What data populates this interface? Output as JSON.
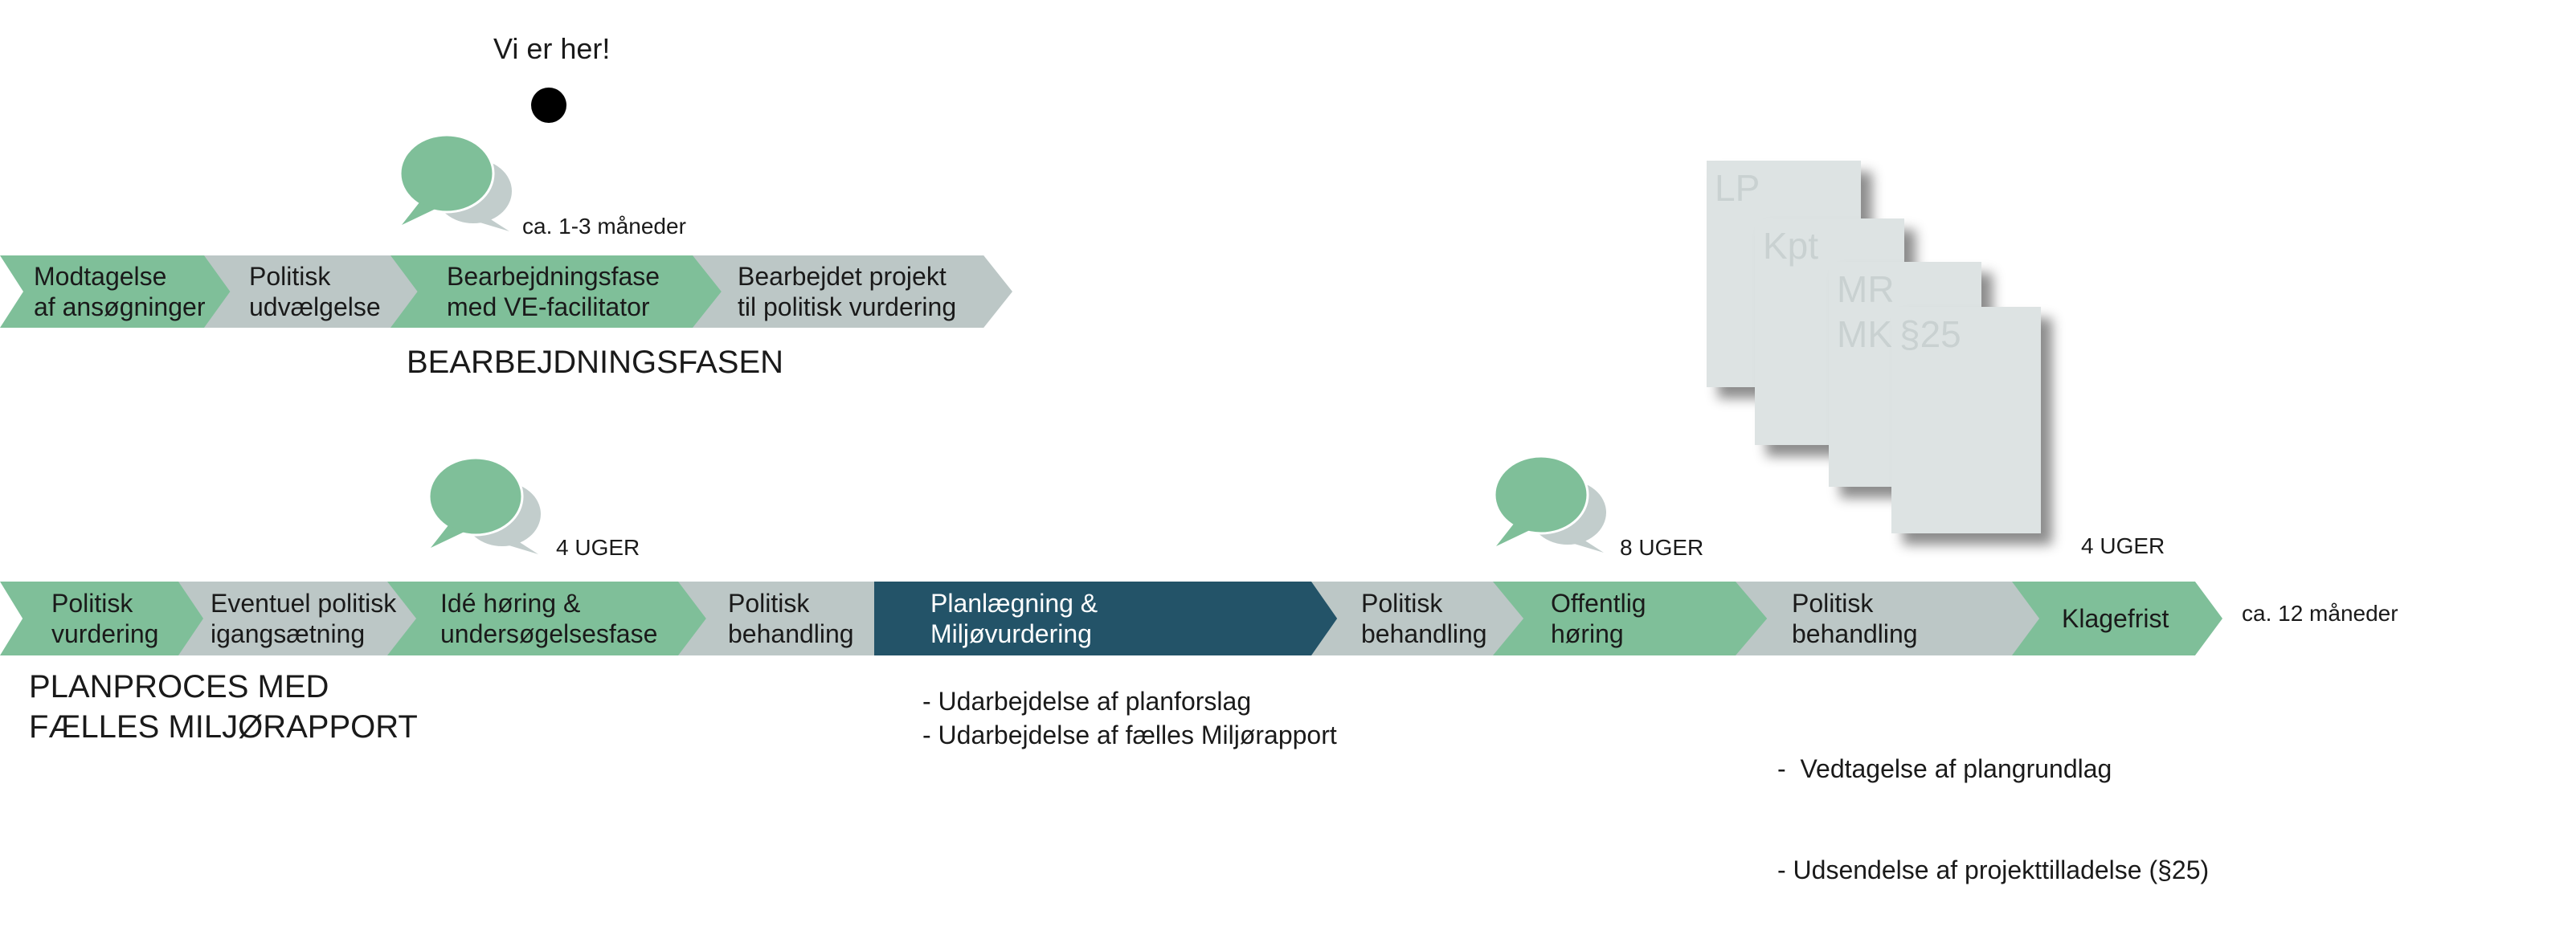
{
  "marker": {
    "label": "Vi er her!"
  },
  "phase1": {
    "duration": "ca. 1-3 måneder",
    "title": "BEARBEJDNINGSFASEN",
    "steps": [
      {
        "label": "Modtagelse\naf ansøgninger",
        "color": "#7fbf99"
      },
      {
        "label": "Politisk\nudvælgelse",
        "color": "#bcc7c6"
      },
      {
        "label": "Bearbejdningsfase\nmed VE-facilitator",
        "color": "#7fbf99"
      },
      {
        "label": "Bearbejdet projekt\ntil politisk vurdering",
        "color": "#bcc7c6"
      }
    ]
  },
  "phase2": {
    "title": "PLANPROCES MED\nFÆLLES MILJØRAPPORT",
    "total_duration": "ca. 12 måneder",
    "durations": [
      "4 UGER",
      "8 UGER",
      "4 UGER"
    ],
    "steps": [
      {
        "label": "Politisk\nvurdering",
        "color": "#7fbf99"
      },
      {
        "label": "Eventuel politisk\nigangsætning",
        "color": "#bcc7c6"
      },
      {
        "label": "Idé høring &\nundersøgelsesfase",
        "color": "#7fbf99"
      },
      {
        "label": "Politisk\nbehandling",
        "color": "#bcc7c6"
      },
      {
        "label": "Planlægning &\nMiljøvurdering",
        "color": "#235368"
      },
      {
        "label": "Politisk\nbehandling",
        "color": "#bcc7c6"
      },
      {
        "label": "Offentlig\nhøring",
        "color": "#7fbf99"
      },
      {
        "label": "Politisk\nbehandling",
        "color": "#bcc7c6"
      },
      {
        "label": "Klagefrist",
        "color": "#7fbf99"
      }
    ],
    "notes_planning": [
      "- Udarbejdelse af planforslag",
      "- Udarbejdelse af fælles Miljørapport"
    ],
    "notes_final": [
      "-  Vedtagelse af plangrundlag",
      "- Udsendelse af projekttilladelse (§25)"
    ]
  },
  "documents": [
    "LP",
    "Kpt",
    "MR\nMK",
    "§25"
  ],
  "icons": {
    "speech": "speech-bubbles-icon",
    "dot": "current-position-dot"
  }
}
